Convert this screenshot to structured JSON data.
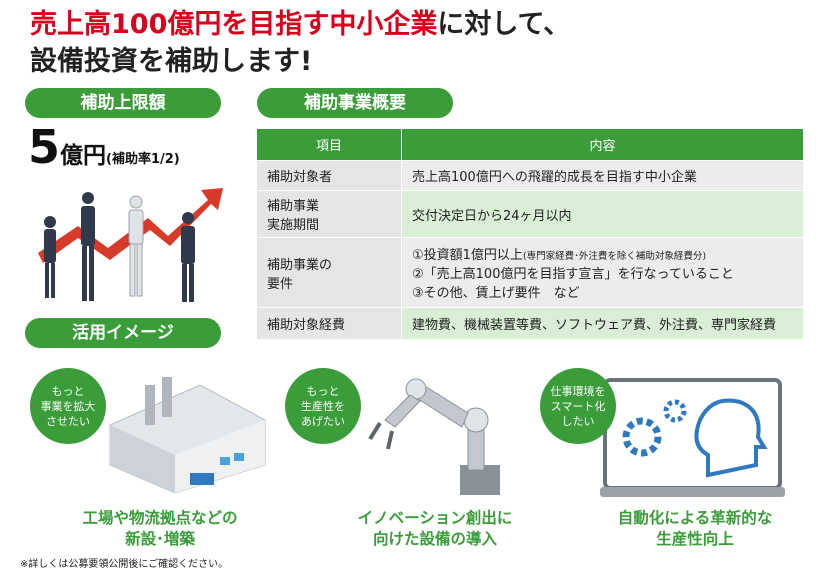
{
  "headline": {
    "line1_red": "売上高100億円を目指す中小企業",
    "line1_rest": "に対して、",
    "line2": "設備投資を補助します!"
  },
  "limit": {
    "pill": "補助上限額",
    "amount": "5",
    "unit": "億円",
    "rate": "(補助率1/2)"
  },
  "overview": {
    "pill": "補助事業概要",
    "headers": [
      "項目",
      "内容"
    ],
    "rows": [
      {
        "item": "補助対象者",
        "content": "売上高100億円への飛躍的成長を目指す中小企業"
      },
      {
        "item1": "補助事業",
        "item2": "実施期間",
        "content": "交付決定日から24ヶ月以内"
      },
      {
        "item1": "補助事業の",
        "item2": "要件",
        "req1": "①投資額1億円以上",
        "req1_note": "(専門家経費･外注費を除く補助対象経費分)",
        "req2": "②「売上高100億円を目指す宣言」を行なっていること",
        "req3": "③その他、賃上げ要件　など"
      },
      {
        "item": "補助対象経費",
        "content": "建物費、機械装置等費、ソフトウェア費、外注費、専門家経費"
      }
    ]
  },
  "usage": {
    "pill": "活用イメージ",
    "items": [
      {
        "bubble": [
          "もっと",
          "事業を拡大",
          "させたい"
        ],
        "caption": [
          "工場や物流拠点などの",
          "新設･増築"
        ]
      },
      {
        "bubble": [
          "もっと",
          "生産性を",
          "あげたい"
        ],
        "caption": [
          "イノベーション創出に",
          "向けた設備の導入"
        ]
      },
      {
        "bubble": [
          "仕事環境を",
          "スマート化",
          "したい"
        ],
        "caption": [
          "自動化による革新的な",
          "生産性向上"
        ]
      }
    ]
  },
  "note": "※詳しくは公募要領公開後にご確認ください。",
  "colors": {
    "green": "#3a9d39",
    "red": "#d6001c"
  }
}
